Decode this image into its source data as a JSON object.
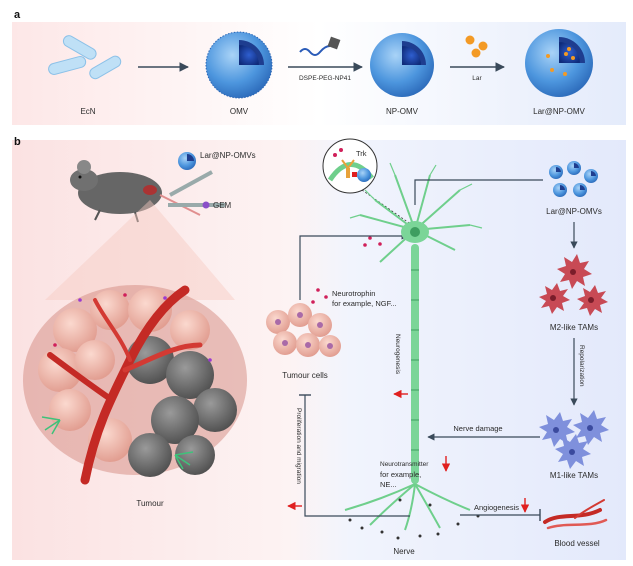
{
  "panel_a": {
    "letter": "a",
    "steps": [
      "EcN",
      "OMV",
      "NP-OMV",
      "Lar@NP-OMV"
    ],
    "arrow_labels": [
      "DSPE-PEG-NP41",
      "Lar"
    ]
  },
  "panel_b": {
    "letter": "b",
    "mouse": {
      "injection_labels": [
        "Lar@NP-OMVs",
        "GEM"
      ]
    },
    "tumour_label": "Tumour",
    "tumour_cells_label": "Tumour cells",
    "neurotrophin_label": "Neurotrophin",
    "neurotrophin_example": "for example, NGF...",
    "trk_label": "Trk",
    "neurogenesis_label": "Neurogenesis",
    "prolif_label": "Proliferation and migration",
    "neurotransmitter_lines": [
      "Neurotransmitter",
      "for example,",
      "NE..."
    ],
    "nerve_label": "Nerve",
    "right_column": [
      "Lar@NP-OMVs",
      "M2-like TAMs",
      "M1-like TAMs"
    ],
    "repolarization_label": "Repolarization",
    "nerve_damage_label": "Nerve damage",
    "angiogenesis_label": "Angiogenesis",
    "blood_vessel_label": "Blood vessel"
  },
  "colors": {
    "omv_blue": "#3f86d6",
    "omv_core": "#1c3f9e",
    "neuron_green": "#6fcf8c",
    "tumour_pink": "#e8a9a0",
    "vessel_red": "#d8322c",
    "m2_red": "#c84a55",
    "m1_blue": "#7f90dc",
    "arrow_red": "#e02020"
  }
}
